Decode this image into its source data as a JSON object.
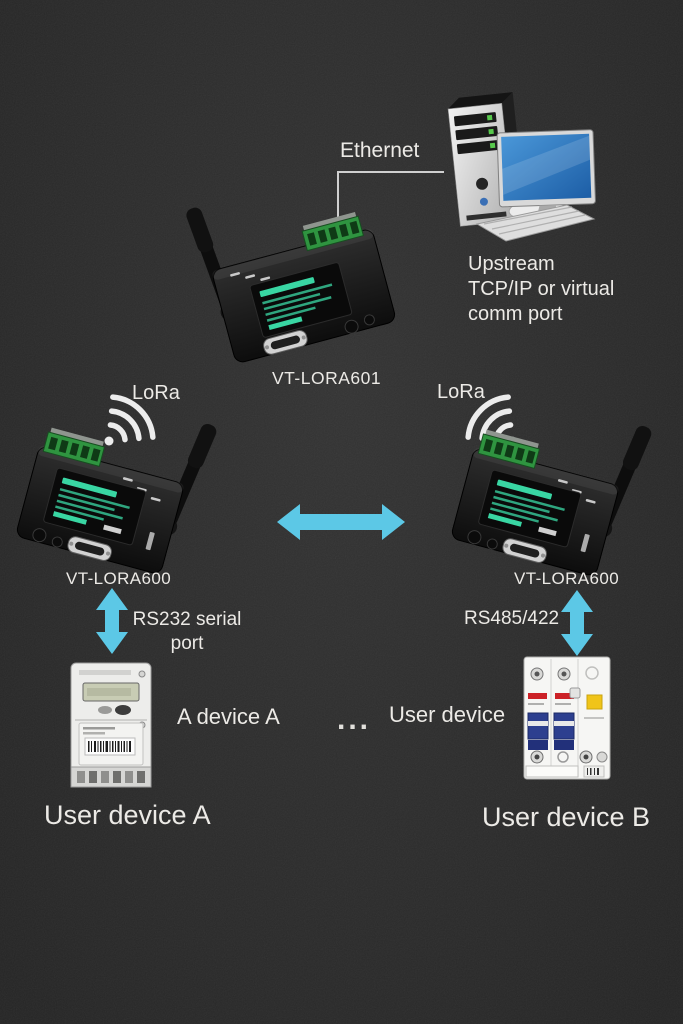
{
  "colors": {
    "background": "#2d2d2d",
    "text": "#eceae6",
    "arrow_blue": "#5cc8e6",
    "connector_line": "#d0d0d0",
    "device_body": "#141414",
    "terminal_green": "#2f9440",
    "sticker_teal": "#39d6a3",
    "monitor_screen_blue": "#3585c8",
    "breaker_red": "#cc2127",
    "breaker_toggle_blue": "#2d3f8f",
    "breaker_sticker_yellow": "#f0c419"
  },
  "top": {
    "ethernet_label": "Ethernet",
    "upstream_line1": "Upstream",
    "upstream_line2": "TCP/IP or virtual",
    "upstream_line3": "comm port",
    "gateway_model": "VT-LORA601"
  },
  "radio": {
    "lora_left_label": "LoRa",
    "lora_right_label": "LoRa"
  },
  "nodes": {
    "left_model": "VT-LORA600",
    "right_model": "VT-LORA600"
  },
  "serial_links": {
    "rs232_line1": "RS232 serial",
    "rs232_line2": "port",
    "rs485_label": "RS485/422"
  },
  "bottom": {
    "device_a_side_label": "A device A",
    "ellipsis": "...",
    "device_b_side_label": "User device",
    "device_a_caption": "User device A",
    "device_b_caption": "User device B"
  },
  "icons": {
    "wifi_left": "wifi-signal-icon",
    "wifi_right": "wifi-signal-icon"
  }
}
